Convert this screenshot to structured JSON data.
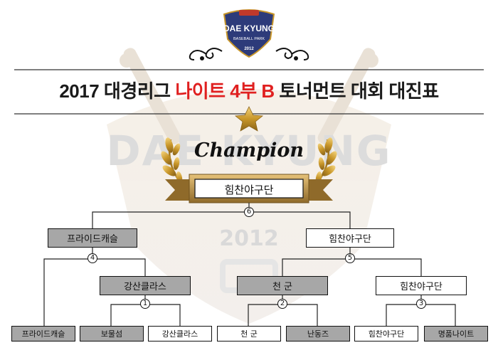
{
  "logo": {
    "badge_text": "DAE KYUNG",
    "sub_text": "BASEBALL PARK",
    "year": "2012"
  },
  "watermark": {
    "text": "DAE KYUNG",
    "year": "2012"
  },
  "title": {
    "part1": "2017 대경리그 ",
    "part2": "나이트 4부 B",
    "part3": " 토너먼트 대회 대진표"
  },
  "champion": {
    "label": "Champion",
    "team": "힘찬야구단",
    "game_no": "6"
  },
  "semifinal": {
    "left": {
      "team": "프라이드캐슬",
      "game_no": "4"
    },
    "right": {
      "team": "힘찬야구단",
      "game_no": "5"
    }
  },
  "quarterfinal": [
    {
      "team": "강산클라스",
      "game_no": "1"
    },
    {
      "team": "천 군",
      "game_no": "2"
    },
    {
      "team": "힘찬야구단",
      "game_no": "3"
    }
  ],
  "first_round": [
    "프라이드캐슬",
    "보물섬",
    "강산클라스",
    "천 군",
    "난동즈",
    "힘찬야구단",
    "명품나이트"
  ],
  "colors": {
    "accent_red": "#e02020",
    "gold": "#c8962a",
    "loser_gray": "#a7a7a7"
  }
}
